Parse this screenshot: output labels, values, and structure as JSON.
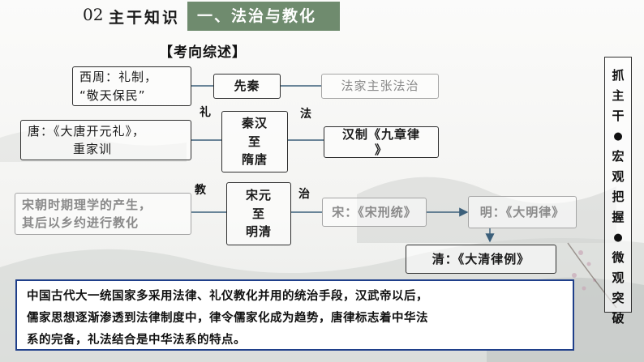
{
  "header": {
    "section_number": "02",
    "section_title": "主干知识",
    "highlight": "一、法治与教化"
  },
  "subtitle": "【考向综述】",
  "nodes": {
    "xizhou": [
      "西周：礼制，",
      "“敬天保民”"
    ],
    "xianqin": "先秦",
    "fajia": "法家主张法治",
    "tang": [
      "唐：《大唐开元礼》，",
      "重家训"
    ],
    "qinhan": [
      "秦汉",
      "至",
      "隋唐"
    ],
    "hanzhi": [
      "汉制《九章律",
      "》"
    ],
    "song_lixue": [
      "宋朝时期理学的产生，",
      "其后以乡约进行教化"
    ],
    "songyuan": [
      "宋元",
      "至",
      "明清"
    ],
    "song_xingtong": "宋：《宋刑统》",
    "ming": "明：《大明律》",
    "qing": "清：《大清律例》"
  },
  "labels": {
    "li": "礼",
    "fa": "法",
    "jiao": "教",
    "zhi": "治"
  },
  "sidebar": [
    "抓",
    "主",
    "干",
    "●",
    "宏",
    "观",
    "把",
    "握",
    "●",
    "微",
    "观",
    "突",
    "破"
  ],
  "summary": [
    "中国古代大一统国家多采用法律、礼仪教化并用的统治手段，汉武帝以后，",
    "儒家思想逐渐渗透到法律制度中，律令儒家化成为趋势，唐律标志着中华法",
    "系的完备，礼法结合是中华法系的特点。"
  ],
  "colors": {
    "title_bar": "#6f8b6e",
    "connector": "#3b5f7a",
    "summary_border": "#1f3f8a"
  }
}
